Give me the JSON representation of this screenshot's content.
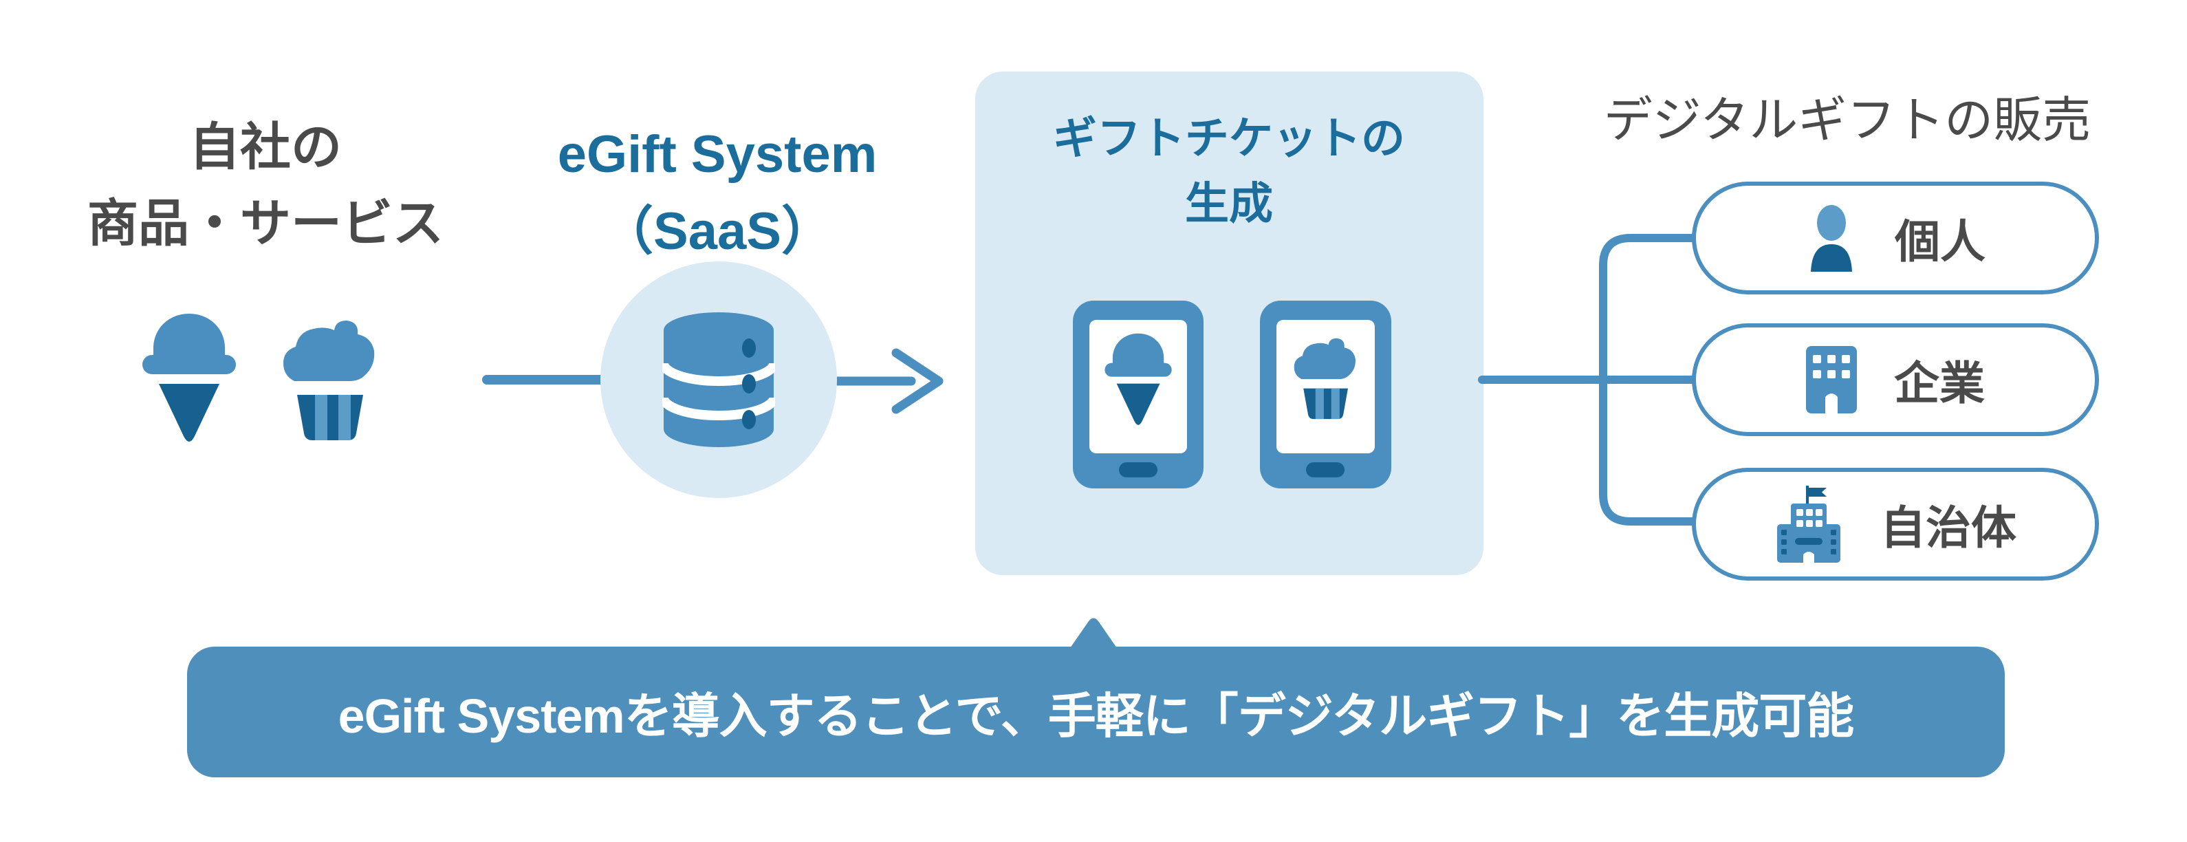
{
  "colors": {
    "accent": "#4a8fbf",
    "accent_light": "#5b9cc8",
    "accent_dark": "#16618f",
    "panel_bg": "#d9eaf4",
    "heading_blue": "#1b6d9c",
    "text_dark": "#4a4a4a",
    "banner_bg": "#4e8fbc",
    "banner_text": "#ffffff"
  },
  "source": {
    "title_line1": "自社の",
    "title_line2": "商品・サービス",
    "icons": [
      "ice-cream-icon",
      "cupcake-icon"
    ]
  },
  "system": {
    "title_line1": "eGift System",
    "title_line2": "（SaaS）",
    "icon": "database-icon"
  },
  "generation": {
    "title_line1": "ギフトチケットの",
    "title_line2": "生成",
    "icons": [
      "smartphone-ice-cream-icon",
      "smartphone-cupcake-icon"
    ]
  },
  "sales": {
    "title": "デジタルギフトの販売",
    "channels": [
      {
        "label": "個人",
        "icon": "person-icon"
      },
      {
        "label": "企業",
        "icon": "office-building-icon"
      },
      {
        "label": "自治体",
        "icon": "government-building-icon"
      }
    ]
  },
  "banner": {
    "text": "eGift Systemを導入することで、手軽に「デジタルギフト」を生成可能"
  }
}
